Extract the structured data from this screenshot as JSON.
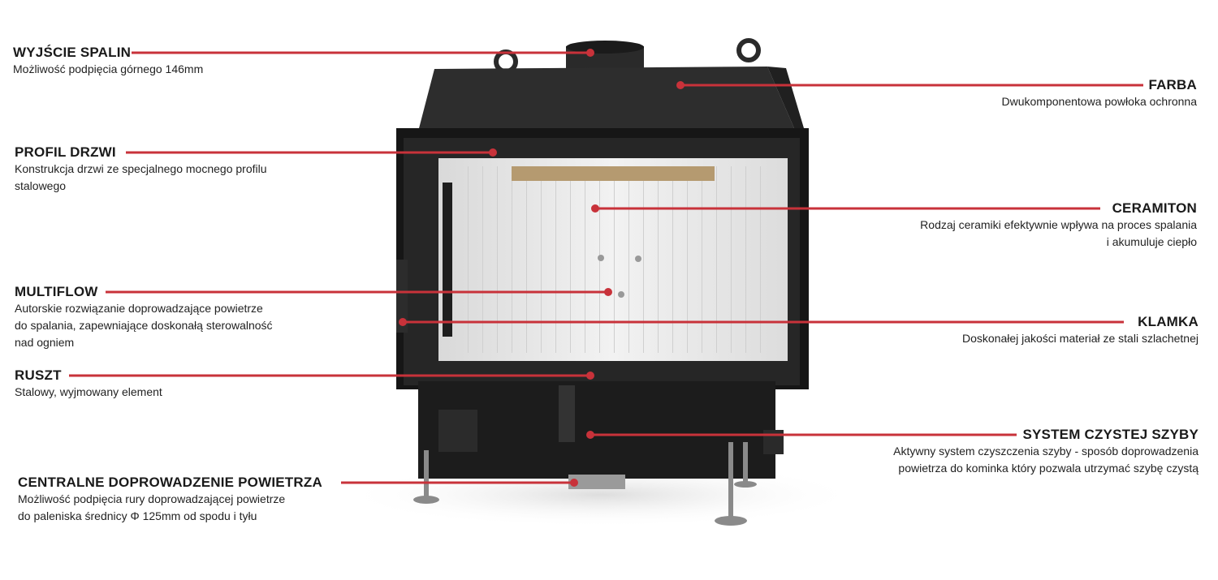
{
  "accent_color": "#c8323a",
  "callouts": {
    "wyjscie_spalin": {
      "title": "WYJŚCIE SPALIN",
      "desc": [
        "Możliwość podpięcia górnego 146mm"
      ]
    },
    "farba": {
      "title": "FARBA",
      "desc": [
        "Dwukomponentowa powłoka ochronna"
      ]
    },
    "profil_drzwi": {
      "title": "PROFIL DRZWI",
      "desc": [
        "Konstrukcja drzwi ze specjalnego mocnego profilu",
        "stalowego"
      ]
    },
    "ceramiton": {
      "title": "CERAMITON",
      "desc": [
        "Rodzaj ceramiki efektywnie wpływa na proces spalania",
        "i akumuluje ciepło"
      ]
    },
    "multiflow": {
      "title": "MULTIFLOW",
      "desc": [
        "Autorskie rozwiązanie doprowadzające powietrze",
        "do spalania, zapewniające doskonałą sterowalność",
        "nad ogniem"
      ]
    },
    "klamka": {
      "title": "KLAMKA",
      "desc": [
        "Doskonałej jakości materiał ze stali szlachetnej"
      ]
    },
    "ruszt": {
      "title": "RUSZT",
      "desc": [
        "Stalowy, wyjmowany element"
      ]
    },
    "system_czystej_szyby": {
      "title": "SYSTEM CZYSTEJ SZYBY",
      "desc": [
        "Aktywny system czyszczenia szyby - sposób doprowadzenia",
        "powietrza do kominka który pozwala utrzymać szybę czystą"
      ]
    },
    "centralne_doprowadzenie": {
      "title": "CENTRALNE DOPROWADZENIE POWIETRZA",
      "desc": [
        "Możliwość podpięcia rury doprowadzającej powietrze",
        "do paleniska średnicy Φ 125mm od spodu i tyłu"
      ]
    }
  }
}
